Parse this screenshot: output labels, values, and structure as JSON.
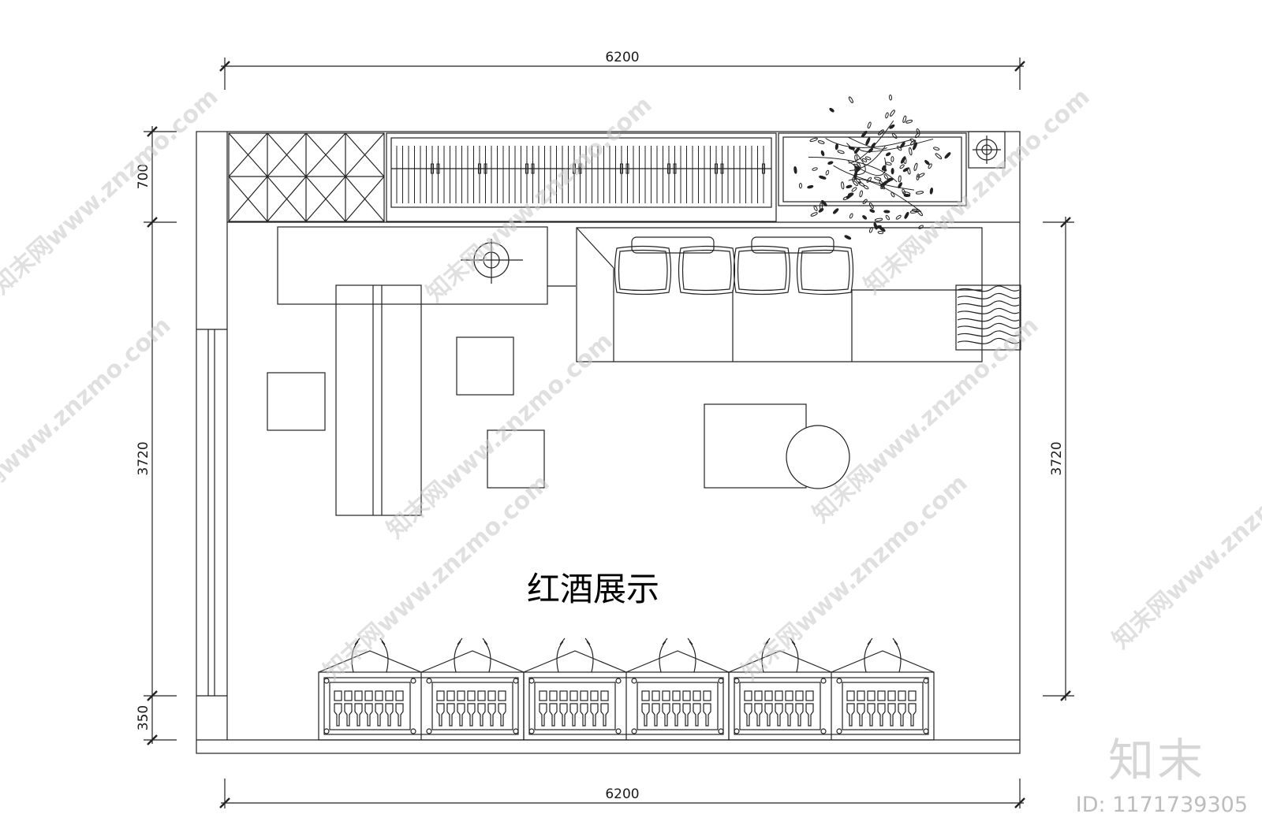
{
  "dimensions": {
    "top_width": "6200",
    "bottom_width": "6200",
    "left_depth_upper": "700",
    "left_depth_main": "3720",
    "left_depth_lower": "350",
    "right_depth_main": "3720"
  },
  "room_label": "红酒展示",
  "watermark": {
    "text": "知末网www.znzmo.com",
    "color": "#c8c8c8"
  },
  "brand": {
    "name": "知末",
    "id": "ID: 1171739305"
  },
  "colors": {
    "line": "#222222",
    "background": "#ffffff"
  }
}
